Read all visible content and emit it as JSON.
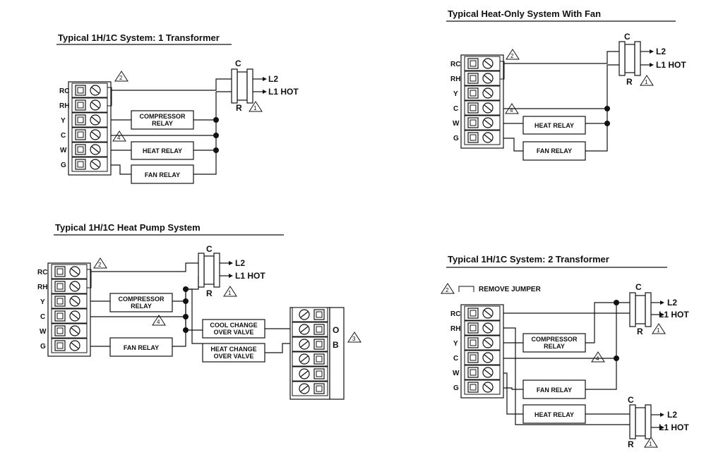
{
  "diagrams": {
    "d1": {
      "title": "Typical 1H/1C System: 1 Transformer",
      "terminals": [
        "RC",
        "RH",
        "Y",
        "C",
        "W",
        "G"
      ],
      "compressor_relay": [
        "COMPRESSOR",
        "RELAY"
      ],
      "heat_relay": "HEAT RELAY",
      "fan_relay": "FAN RELAY",
      "transformer": {
        "c": "C",
        "r": "R",
        "l2": "L2",
        "l1": "L1 HOT"
      },
      "notes": [
        "2",
        "4",
        "1"
      ]
    },
    "d2": {
      "title": "Typical Heat-Only System With Fan",
      "terminals": [
        "RC",
        "RH",
        "Y",
        "C",
        "W",
        "G"
      ],
      "heat_relay": "HEAT RELAY",
      "fan_relay": "FAN RELAY",
      "transformer": {
        "c": "C",
        "r": "R",
        "l2": "L2",
        "l1": "L1 HOT"
      },
      "notes": [
        "2",
        "4",
        "1"
      ]
    },
    "d3": {
      "title": "Typical 1H/1C Heat Pump System",
      "terminals": [
        "RC",
        "RH",
        "Y",
        "C",
        "W",
        "G"
      ],
      "compressor_relay": [
        "COMPRESSOR",
        "RELAY"
      ],
      "fan_relay": "FAN RELAY",
      "cool_valve": [
        "COOL CHANGE",
        "OVER VALVE"
      ],
      "heat_valve": [
        "HEAT CHANGE",
        "OVER VALVE"
      ],
      "o": "O",
      "b": "B",
      "transformer": {
        "c": "C",
        "r": "R",
        "l2": "L2",
        "l1": "L1 HOT"
      },
      "notes": [
        "2",
        "4",
        "1",
        "3"
      ]
    },
    "d4": {
      "title": "Typical 1H/1C System: 2 Transformer",
      "remove_jumper": "REMOVE JUMPER",
      "terminals": [
        "RC",
        "RH",
        "Y",
        "C",
        "W",
        "G"
      ],
      "compressor_relay": [
        "COMPRESSOR",
        "RELAY"
      ],
      "fan_relay": "FAN RELAY",
      "heat_relay": "HEAT RELAY",
      "transformer1": {
        "c": "C",
        "r": "R",
        "l2": "L2",
        "l1": "L1 HOT"
      },
      "transformer2": {
        "c": "C",
        "r": "R",
        "l2": "L2",
        "l1": "L1 HOT"
      },
      "notes": [
        "2",
        "4",
        "1",
        "1"
      ]
    }
  }
}
